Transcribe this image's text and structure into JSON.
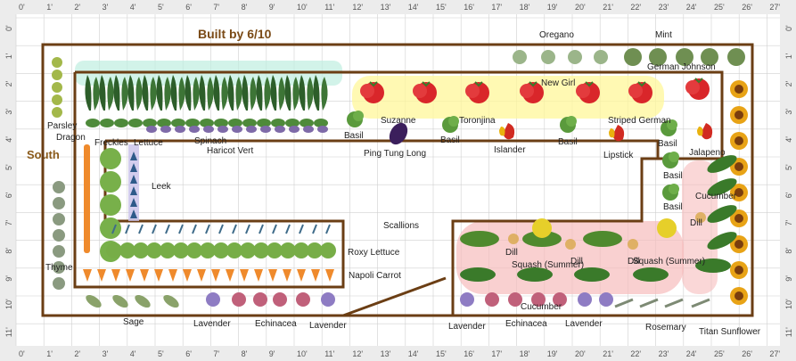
{
  "title": "Built by 6/10",
  "compass": "South",
  "ruler": {
    "top": [
      "0'",
      "1'",
      "2'",
      "3'",
      "4'",
      "5'",
      "6'",
      "7'",
      "8'",
      "9'",
      "10'",
      "11'",
      "12'",
      "13'",
      "14'",
      "15'",
      "16'",
      "17'",
      "18'",
      "19'",
      "20'",
      "21'",
      "22'",
      "23'",
      "24'",
      "25'",
      "26'",
      "27'"
    ],
    "left": [
      "0'",
      "1'",
      "2'",
      "3'",
      "4'",
      "5'",
      "6'",
      "7'",
      "8'",
      "9'",
      "10'",
      "11'"
    ]
  },
  "labels": {
    "oregano": "Oregano",
    "mint": "Mint",
    "german_johnson": "German Johnson",
    "new_girl": "New Girl",
    "suzanne": "Suzanne",
    "toronjina": "Toronjina",
    "striped_german": "Striped German",
    "parsley": "Parsley",
    "dragon": "Dragon",
    "freckles": "Freckles",
    "lettuce": "Lettuce",
    "spinach": "Spinach",
    "haricot_vert": "Haricot Vert",
    "basil": "Basil",
    "ping_tung_long": "Ping Tung Long",
    "islander": "Islander",
    "lipstick": "Lipstick",
    "jalapeno": "Jalapeno",
    "cucumber": "Cucumber",
    "dill": "Dill",
    "leek": "Leek",
    "scallions": "Scallions",
    "roxy_lettuce": "Roxy Lettuce",
    "napoli_carrot": "Napoli Carrot",
    "thyme": "Thyme",
    "squash_summer": "Squash (Summer)",
    "sage": "Sage",
    "lavender": "Lavender",
    "echinacea": "Echinacea",
    "rosemary": "Rosemary",
    "titan_sunflower": "Titan Sunflower"
  },
  "colors": {
    "bed_border": "#6b3e14",
    "grid": "#d0d0d0",
    "ruler_bg": "#e8e8e8",
    "tomato": "#d9262a",
    "tomato_glow": "#fff4a0",
    "squash_glow": "#f5b5b5",
    "leaf": "#3f7d2b",
    "carrot": "#ef8a2c",
    "sunflower": "#e8a316",
    "lavender": "#8e7cc3",
    "echinacea": "#c0607a"
  }
}
